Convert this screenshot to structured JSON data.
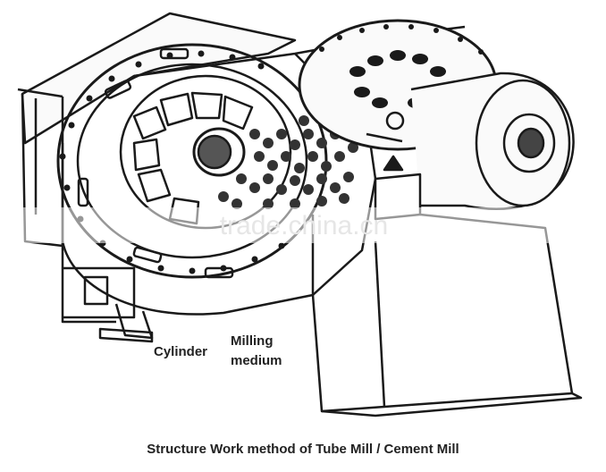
{
  "diagram": {
    "labels": {
      "cylinder": "Cylinder",
      "milling_line1": "Milling",
      "milling_line2": "medium"
    },
    "watermark": "trade.china.cn",
    "caption": "Structure Work method of Tube Mill / Cement Mill"
  }
}
